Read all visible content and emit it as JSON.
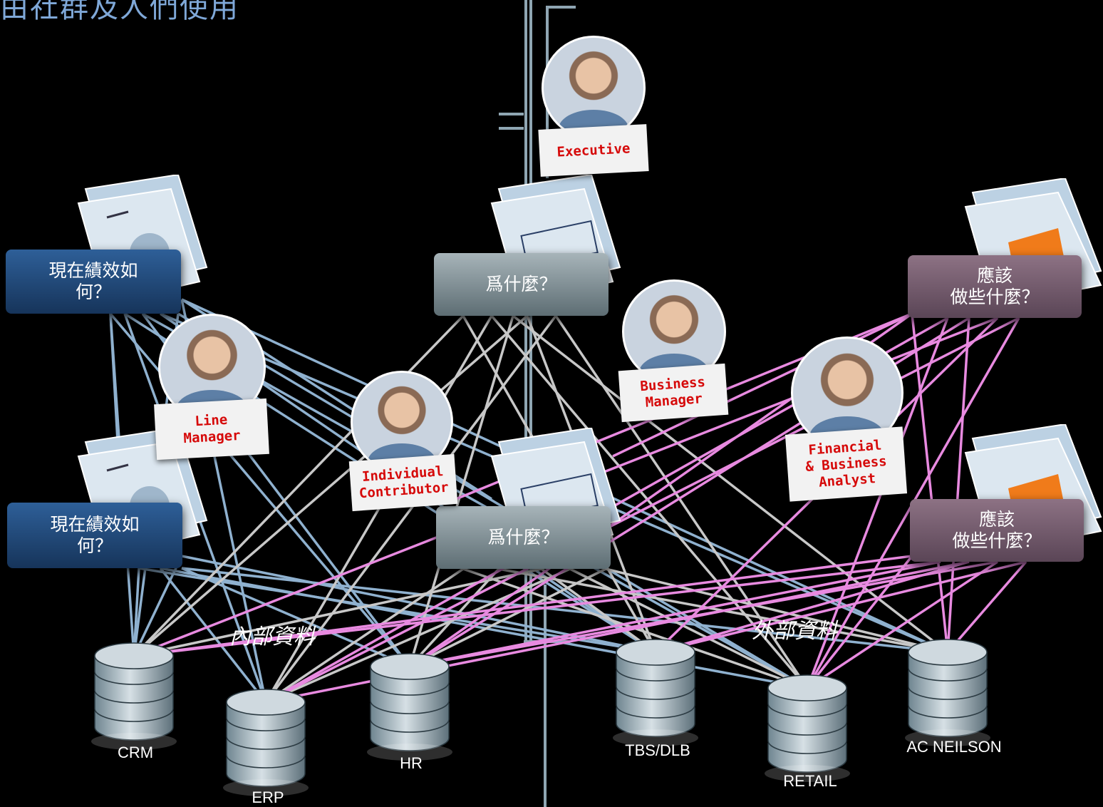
{
  "title": "由社群及人們使用",
  "colors": {
    "blue_line": "#8fb1cf",
    "gray_line": "#c8c8c8",
    "pink_line": "#e88ae0",
    "tag_text": "#d60a0a"
  },
  "questions": {
    "how_performing": "現在績效如\n何？",
    "why": "爲什麼？",
    "what_to_do": "應該\n做些什麼？"
  },
  "personas": {
    "executive": "Executive",
    "line_manager": "Line\nManager",
    "individual_contributor": "Individual\nContributor",
    "business_manager": "Business\nManager",
    "financial_analyst": "Financial\n& Business\nAnalyst"
  },
  "section_labels": {
    "internal": "內部資料",
    "external": "外部資料"
  },
  "databases": {
    "crm": "CRM",
    "erp": "ERP",
    "hr": "HR",
    "tbs": "TBS/DLB",
    "retail": "RETAIL",
    "acn": "AC NEILSON"
  },
  "icons": {
    "report_doc": "pie-chart-report-icon",
    "table_doc": "table-report-icon",
    "chart_doc": "bar-chart-report-icon",
    "database": "database-icon"
  }
}
